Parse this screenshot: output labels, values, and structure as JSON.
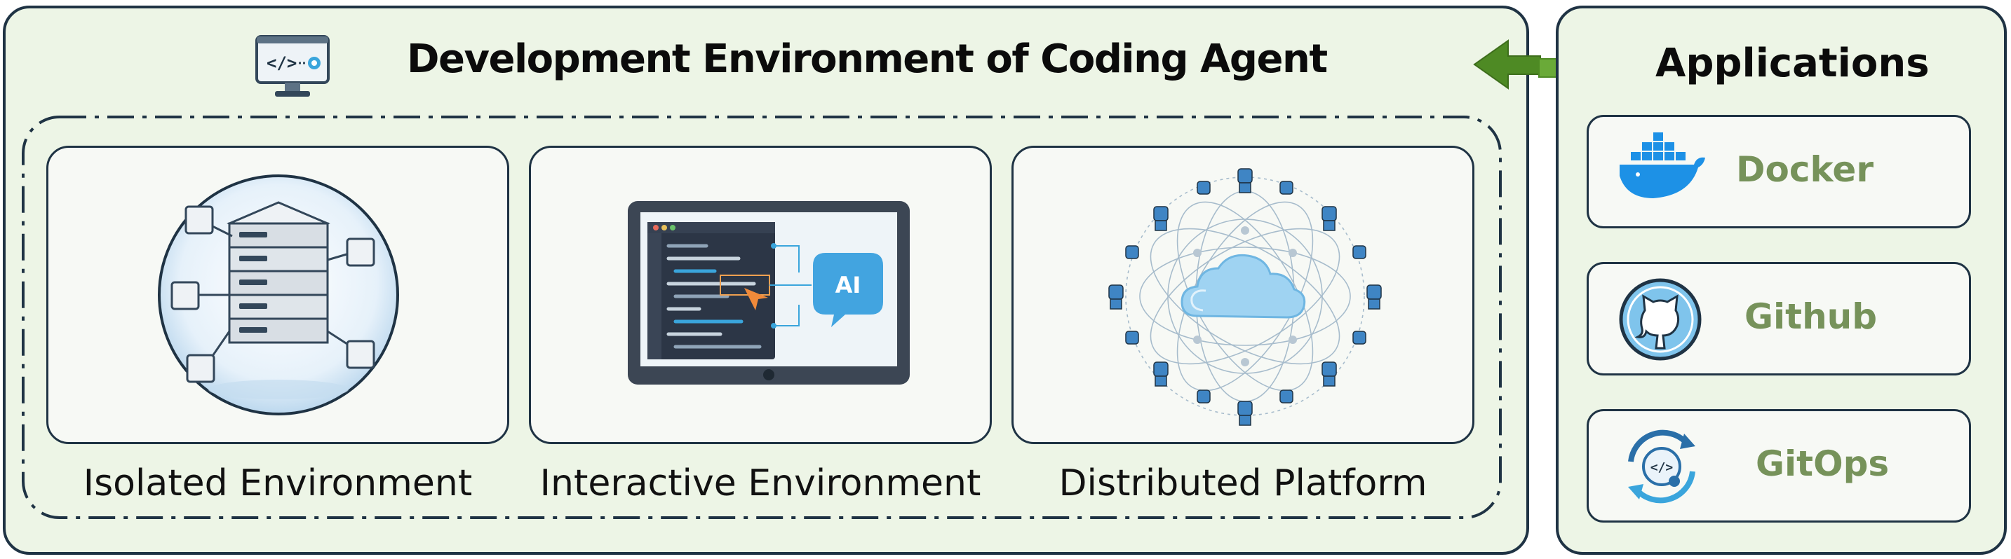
{
  "main": {
    "title": "Development Environment of Coding Agent",
    "cards": [
      {
        "label": "Isolated Environment",
        "icon": "server-sphere-icon"
      },
      {
        "label": "Interactive Environment",
        "icon": "ai-code-monitor-icon"
      },
      {
        "label": "Distributed Platform",
        "icon": "cloud-network-icon"
      }
    ]
  },
  "applications": {
    "title": "Applications",
    "items": [
      {
        "label": "Docker",
        "icon": "docker-whale-icon"
      },
      {
        "label": "Github",
        "icon": "github-octocat-icon"
      },
      {
        "label": "GitOps",
        "icon": "gitops-cycle-icon"
      }
    ]
  },
  "ai_badge": "AI",
  "colors": {
    "panel_bg": "#edf5e6",
    "border": "#1f3344",
    "arrow_green": "#5c9a2e",
    "app_label": "#76925a",
    "docker_blue": "#1d91e6",
    "accent_blue": "#3aa5dc"
  }
}
